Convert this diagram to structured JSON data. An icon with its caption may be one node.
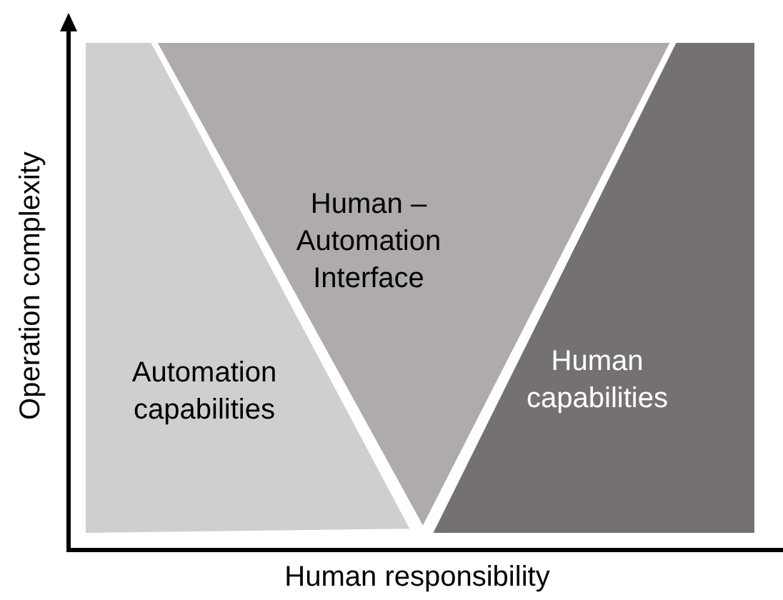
{
  "diagram": {
    "nodes": [
      {
        "text": [
          "Automation capabilities"
        ]
      },
      {
        "text": [
          "Human – Automation Interface"
        ]
      },
      {
        "text": [
          "Human capabilities"
        ]
      }
    ],
    "labels": [
      "Operation complexity",
      "Human responsibility"
    ]
  }
}
